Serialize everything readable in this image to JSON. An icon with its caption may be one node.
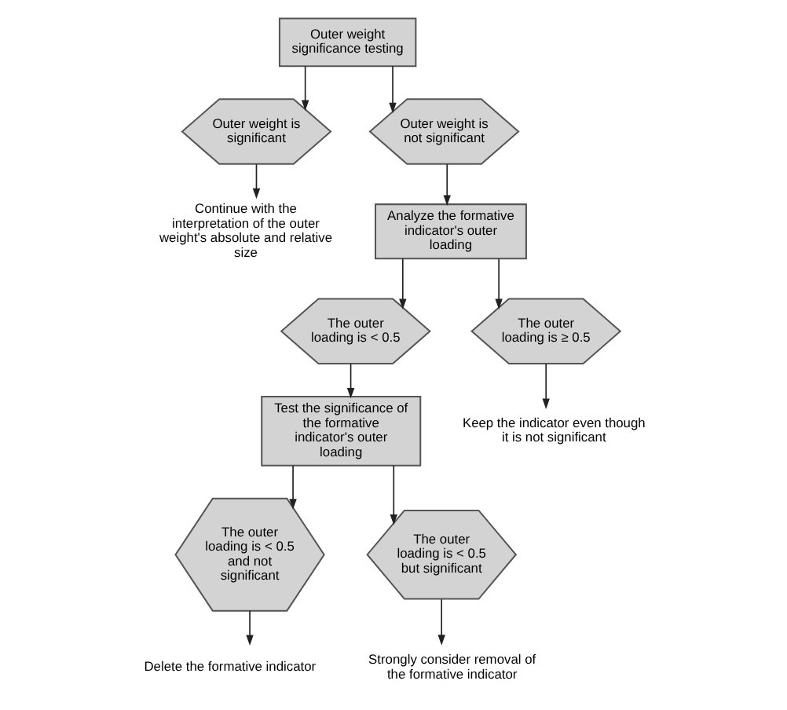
{
  "diagram": {
    "nodes": [
      {
        "text": [
          "Outer weight significance testing"
        ]
      },
      {
        "text": [
          "Outer weight is significant"
        ]
      },
      {
        "text": [
          "Outer weight is not significant"
        ]
      },
      {
        "text": [
          "Continue with the interpretation of the outer weight's absolute and relative size"
        ]
      },
      {
        "text": [
          "Analyze the formative indicator's outer loading"
        ]
      },
      {
        "text": [
          "The outer loading is < 0.5"
        ]
      },
      {
        "text": [
          "The outer loading is ≥ 0.5"
        ]
      },
      {
        "text": [
          "Test the significance of the formative indicator's outer loading"
        ]
      },
      {
        "text": [
          "Keep the indicator even though it is not significant"
        ]
      },
      {
        "text": [
          "The outer loading is < 0.5 and not significant"
        ]
      },
      {
        "text": [
          "The outer loading is < 0.5 but significant"
        ]
      },
      {
        "text": [
          "Delete the formative indicator"
        ]
      },
      {
        "text": [
          "Strongly consider removal of the formative indicator"
        ]
      }
    ],
    "edges": [
      {
        "from": 0,
        "to": 1,
        "arrow": "to"
      },
      {
        "from": 0,
        "to": 2,
        "arrow": "to"
      },
      {
        "from": 1,
        "to": 3,
        "arrow": "to"
      },
      {
        "from": 2,
        "to": 4,
        "arrow": "to"
      },
      {
        "from": 4,
        "to": 5,
        "arrow": "to"
      },
      {
        "from": 4,
        "to": 6,
        "arrow": "to"
      },
      {
        "from": 5,
        "to": 7,
        "arrow": "to"
      },
      {
        "from": 6,
        "to": 8,
        "arrow": "to"
      },
      {
        "from": 7,
        "to": 9,
        "arrow": "to"
      },
      {
        "from": 7,
        "to": 10,
        "arrow": "to"
      },
      {
        "from": 9,
        "to": 11,
        "arrow": "to"
      },
      {
        "from": 10,
        "to": 12,
        "arrow": "to"
      }
    ]
  }
}
